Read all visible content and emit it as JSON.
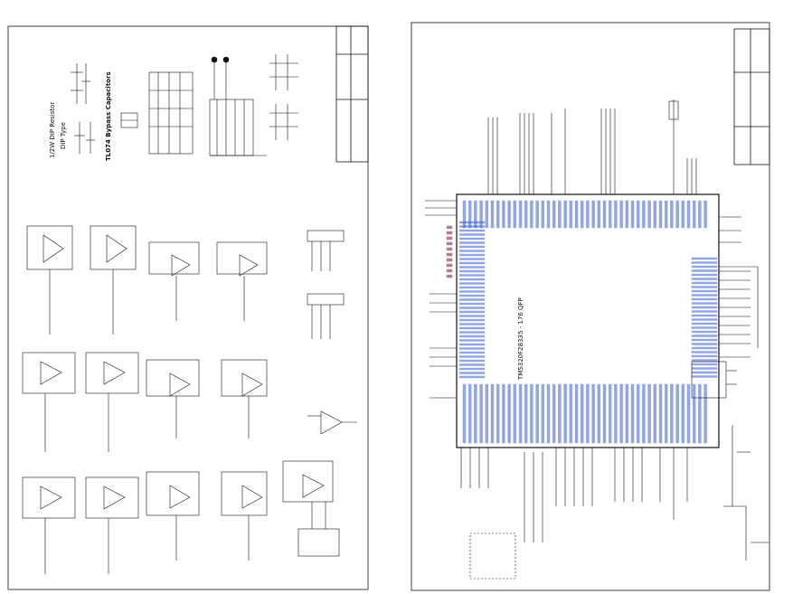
{
  "left_sheet": {
    "dip_resistor_label": "1/2W DIP Resistor",
    "dip_type_label": "DIP Type",
    "bypass_caps_label": "TL074 Bypass Capacitors"
  },
  "right_sheet": {
    "chip_label": "TMS320F28335 - 176 QFP"
  },
  "colors": {
    "ink": "#111111",
    "net_label_blue": "#3a5fcd",
    "pin_red": "#c0392b",
    "paper": "#ffffff"
  }
}
